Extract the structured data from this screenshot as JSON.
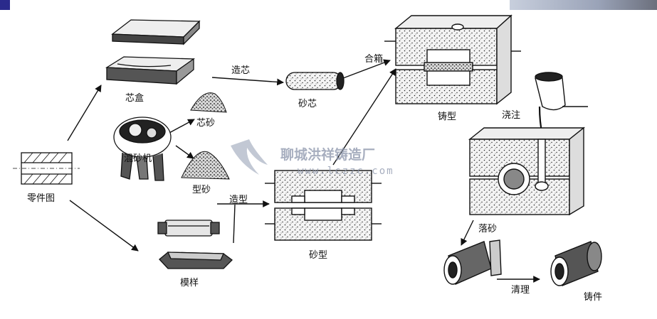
{
  "labels": {
    "part_drawing": "零件图",
    "core_box": "芯盒",
    "core_sand": "芯砂",
    "sand_mixer": "混砂机",
    "molding_sand": "型砂",
    "pattern": "模样",
    "core_making": "造芯",
    "sand_core": "砂芯",
    "molding": "造型",
    "sand_mold": "砂型",
    "mold_closing": "合箱",
    "casting_mold": "铸型",
    "pouring": "浇注",
    "shakeout": "落砂",
    "cleaning": "清理",
    "casting": "铸件"
  },
  "watermark": {
    "name": "聊城洪祥铸造厂",
    "url": "www.lczzc.com"
  },
  "colors": {
    "ink": "#111111",
    "sand": "#f2f2f2",
    "watermark": "#8a94aa",
    "corner_accent_blue": "#2a2a8c",
    "corner_accent_photo": "#9aa3b8"
  }
}
